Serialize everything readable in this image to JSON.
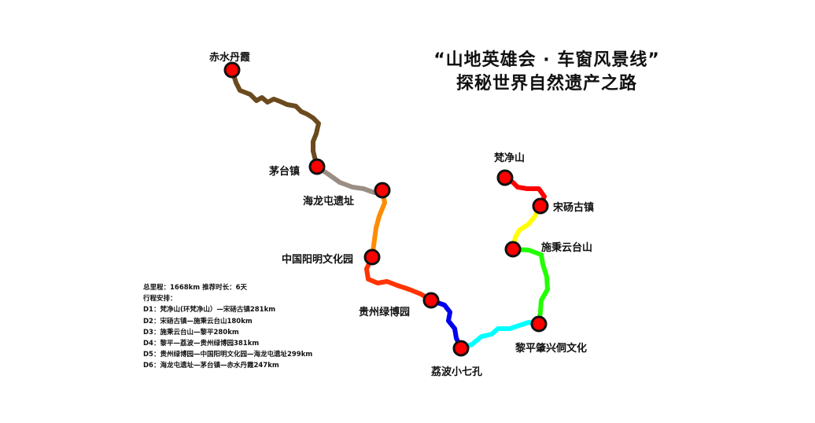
{
  "title": {
    "line1": "“山地英雄会 · 车窗风景线”",
    "line2": "探秘世界自然遗产之路"
  },
  "stations": [
    {
      "id": "chishui",
      "name": "赤水丹霞"
    },
    {
      "id": "maotai",
      "name": "茅台镇"
    },
    {
      "id": "hailongtun",
      "name": "海龙屯遗址"
    },
    {
      "id": "yangming",
      "name": "中国阳明文化园"
    },
    {
      "id": "lvbo",
      "name": "贵州绿博园"
    },
    {
      "id": "libo",
      "name": "荔波小七孔"
    },
    {
      "id": "liping",
      "name": "黎平肇兴侗文化"
    },
    {
      "id": "shibing",
      "name": "施秉云台山"
    },
    {
      "id": "songdang",
      "name": "宋砀古镇"
    },
    {
      "id": "fanjing",
      "name": "梵净山"
    }
  ],
  "segments": [
    {
      "from": "chishui",
      "to": "maotai",
      "color": "#6b4a1e"
    },
    {
      "from": "maotai",
      "to": "hailongtun",
      "color": "#9a8e84"
    },
    {
      "from": "hailongtun",
      "to": "yangming",
      "color": "#ff8c00"
    },
    {
      "from": "yangming",
      "to": "lvbo",
      "color": "#ff3300"
    },
    {
      "from": "lvbo",
      "to": "libo",
      "color": "#0000ee"
    },
    {
      "from": "libo",
      "to": "liping",
      "color": "#00ffff"
    },
    {
      "from": "liping",
      "to": "shibing",
      "color": "#22ff00"
    },
    {
      "from": "shibing",
      "to": "songdang",
      "color": "#ffff00"
    },
    {
      "from": "songdang",
      "to": "fanjing",
      "color": "#ff0000"
    }
  ],
  "info": {
    "summary": "总里程：1668km   推荐时长：6天",
    "heading": "行程安排：",
    "days": [
      "D1：梵净山(环梵净山）—宋砀古镇281km",
      "D2：宋砀古镇—施秉云台山180km",
      "D3：施秉云台山—黎平280km",
      "D4：黎平—荔波—贵州绿博园381km",
      "D5：贵州绿博园—中国阳明文化园—海龙屯遗址299km",
      "D6：海龙屯遗址—茅台镇—赤水丹霞247km"
    ]
  },
  "colors": {
    "station_fill": "#ff0000",
    "station_stroke": "#111111"
  }
}
